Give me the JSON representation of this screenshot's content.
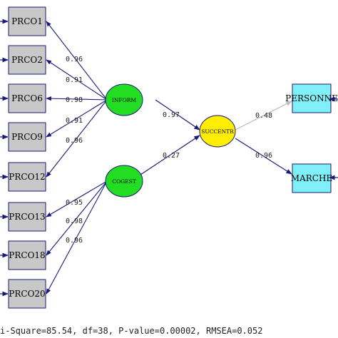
{
  "indicators_left": [
    {
      "label": "PRCO1",
      "loading": "0.96"
    },
    {
      "label": "PRCO2",
      "loading": "0.91"
    },
    {
      "label": "PRCO6",
      "loading": "0.98"
    },
    {
      "label": "PRCO9",
      "loading": "0.91"
    },
    {
      "label": "PRCO12",
      "loading": "0.96"
    },
    {
      "label": "PRCO13",
      "loading": "0.95"
    },
    {
      "label": "PRCO18",
      "loading": "0.98"
    },
    {
      "label": "PRCO20",
      "loading": "0.96"
    }
  ],
  "latents": {
    "inform": {
      "label": "INFORM"
    },
    "cogest": {
      "label": "COGEST"
    },
    "succentr": {
      "label": "SUCCENTR"
    }
  },
  "paths": {
    "inform_to_succentr": "0.97",
    "cogest_to_succentr": "0.27",
    "succentr_to_personne": "0.48",
    "succentr_to_marche": "0.96"
  },
  "indicators_right": [
    {
      "label": "PERSONNE"
    },
    {
      "label": "MARCHE"
    }
  ],
  "fit_line": "i-Square=85.54, df=38, P-value=0.00002, RMSEA=0.052",
  "colors": {
    "latent_exogenous": "#22dd22",
    "latent_endogenous": "#ffee00",
    "observed_left": "#c8c8c8",
    "observed_right": "#80f0f8",
    "arrow": "#1a1a7a",
    "arrow_light": "#bbbbbb"
  }
}
